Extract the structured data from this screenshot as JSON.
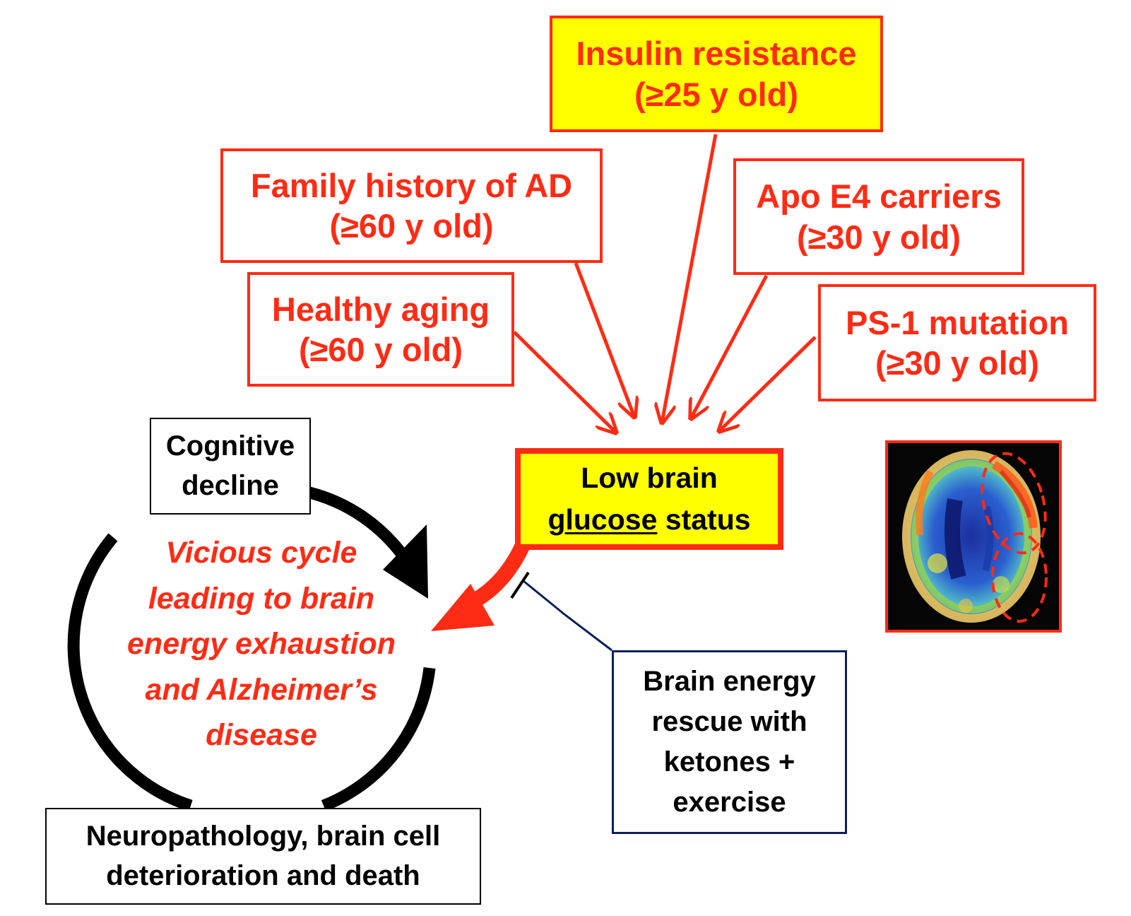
{
  "risk_factors": {
    "insulin_resistance": {
      "title": "Insulin resistance",
      "age": "(≥25 y old)"
    },
    "family_history": {
      "title": "Family history of AD",
      "age": "(≥60 y old)"
    },
    "apoe4": {
      "title": "Apo E4 carriers",
      "age": "(≥30 y old)"
    },
    "healthy_aging": {
      "title": "Healthy aging",
      "age": "(≥60 y old)"
    },
    "ps1": {
      "title": "PS-1 mutation",
      "age": "(≥30 y old)"
    }
  },
  "central": {
    "line1": "Low brain",
    "line2_underlined": "glucose",
    "line2_rest": " status"
  },
  "cycle": {
    "lines": [
      "Vicious cycle",
      "leading to brain",
      "energy exhaustion",
      "and Alzheimer’s",
      "disease"
    ],
    "cognitive_decline": {
      "line1": "Cognitive",
      "line2": "decline"
    },
    "neuropathology": {
      "line1": "Neuropathology, brain cell",
      "line2": "deterioration and death"
    }
  },
  "rescue": {
    "lines": [
      "Brain energy",
      "rescue with",
      "ketones +",
      "exercise"
    ]
  },
  "colors": {
    "risk_red": "#ff2b14",
    "highlight_yellow": "#ffff00",
    "rescue_navy": "#0d1f5c",
    "cycle_black": "#000000"
  },
  "icons": {
    "pet_scan": "brain-pet-scan-image",
    "inhibition": "t-bar-inhibition-icon"
  }
}
